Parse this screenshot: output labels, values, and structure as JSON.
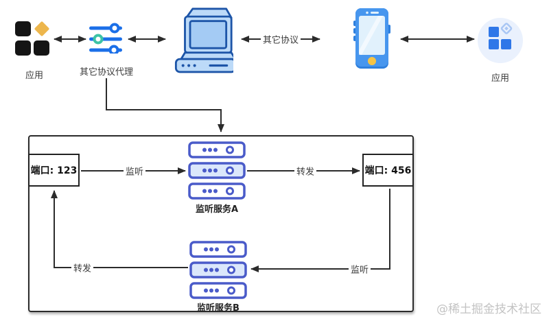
{
  "top_row": {
    "app_left": {
      "label": "应用"
    },
    "proxy": {
      "label": "其它协议代理"
    },
    "computer_phone_link": {
      "label": "其它协议"
    },
    "app_right": {
      "label": "应用"
    }
  },
  "proxy_box": {
    "port_left": {
      "label": "端口: 123"
    },
    "port_right": {
      "label": "端口: 456"
    },
    "service_a": {
      "label": "监听服务A"
    },
    "service_b": {
      "label": "监听服务B"
    },
    "edges": {
      "listen_a": "监听",
      "forward_a": "转发",
      "listen_b": "监听",
      "forward_b": "转发"
    }
  },
  "watermark": {
    "text": "@稀土掘金技术社区"
  },
  "colors": {
    "line": "#2b2b2b",
    "accent_blue": "#1b6fe8",
    "teal": "#3cc3a6",
    "server_blue": "#4a5bc9",
    "server_fill": "#dbe7fb",
    "icon_dark": "#151515",
    "diamond_yellow": "#edb64c",
    "computer_stroke": "#1d55a8",
    "computer_fill": "#bcdaf8",
    "screen_fill": "#a4cbf4",
    "phone_body": "#4796ee",
    "phone_screen": "#e1f1fc",
    "home_button": "#f6c445",
    "circle_bg": "#eaf1fd",
    "app_square_blue": "#2f77e8"
  }
}
